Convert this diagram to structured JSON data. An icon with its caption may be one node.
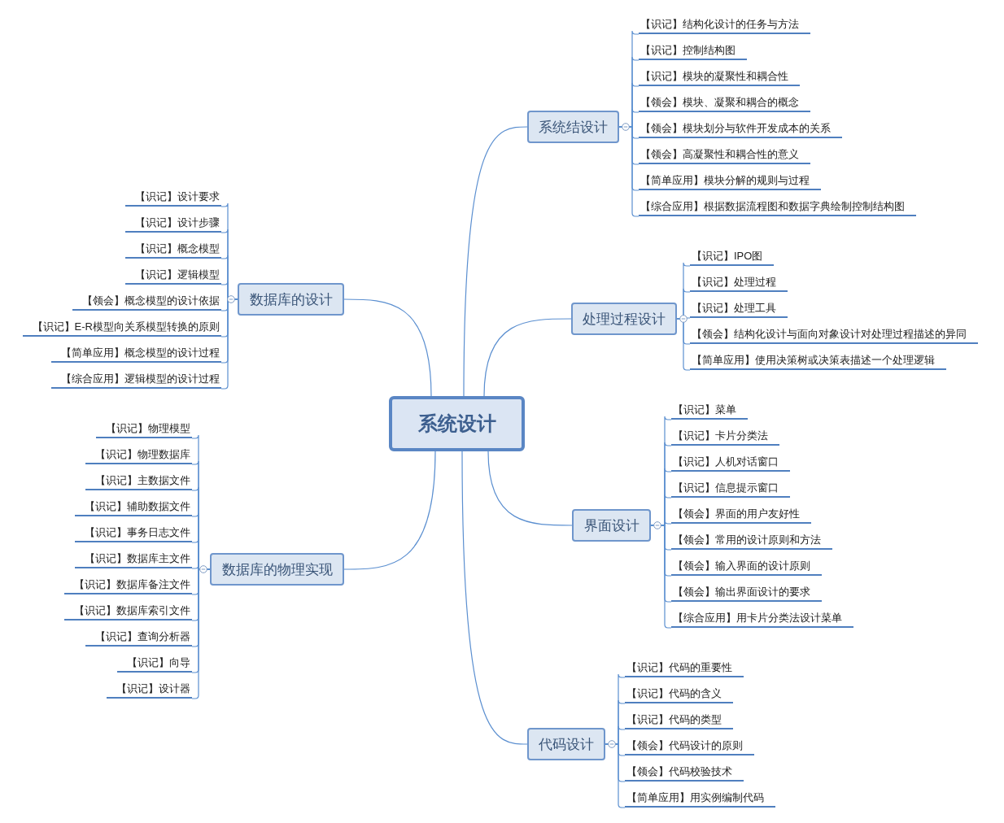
{
  "diagram": {
    "nodes": [
      {
        "text": [
          "系统设计"
        ]
      },
      {
        "text": [
          "系统结设计"
        ]
      },
      {
        "text": [
          "【识记】结构化设计的任务与方法"
        ]
      },
      {
        "text": [
          "【识记】控制结构图"
        ]
      },
      {
        "text": [
          "【识记】模块的凝聚性和耦合性"
        ]
      },
      {
        "text": [
          "【领会】模块、凝聚和耦合的概念"
        ]
      },
      {
        "text": [
          "【领会】模块划分与软件开发成本的关系"
        ]
      },
      {
        "text": [
          "【领会】高凝聚性和耦合性的意义"
        ]
      },
      {
        "text": [
          "【简单应用】模块分解的规则与过程"
        ]
      },
      {
        "text": [
          "【综合应用】根据数据流程图和数据字典绘制控制结构图"
        ]
      },
      {
        "text": [
          "数据库的设计"
        ]
      },
      {
        "text": [
          "【识记】设计要求"
        ]
      },
      {
        "text": [
          "【识记】设计步骤"
        ]
      },
      {
        "text": [
          "【识记】概念模型"
        ]
      },
      {
        "text": [
          "【识记】逻辑模型"
        ]
      },
      {
        "text": [
          "【领会】概念模型的设计依据"
        ]
      },
      {
        "text": [
          "【识记】E-R模型向关系模型转换的原则"
        ]
      },
      {
        "text": [
          "【简单应用】概念模型的设计过程"
        ]
      },
      {
        "text": [
          "【综合应用】逻辑模型的设计过程"
        ]
      },
      {
        "text": [
          "处理过程设计"
        ]
      },
      {
        "text": [
          "【识记】IPO图"
        ]
      },
      {
        "text": [
          "【识记】处理过程"
        ]
      },
      {
        "text": [
          "【识记】处理工具"
        ]
      },
      {
        "text": [
          "【领会】结构化设计与面向对象设计对处理过程描述的异同"
        ]
      },
      {
        "text": [
          "【简单应用】使用决策树或决策表描述一个处理逻辑"
        ]
      },
      {
        "text": [
          "界面设计"
        ]
      },
      {
        "text": [
          "【识记】菜单"
        ]
      },
      {
        "text": [
          "【识记】卡片分类法"
        ]
      },
      {
        "text": [
          "【识记】人机对话窗口"
        ]
      },
      {
        "text": [
          "【识记】信息提示窗口"
        ]
      },
      {
        "text": [
          "【领会】界面的用户友好性"
        ]
      },
      {
        "text": [
          "【领会】常用的设计原则和方法"
        ]
      },
      {
        "text": [
          "【领会】输入界面的设计原则"
        ]
      },
      {
        "text": [
          "【领会】输出界面设计的要求"
        ]
      },
      {
        "text": [
          "【综合应用】用卡片分类法设计菜单"
        ]
      },
      {
        "text": [
          "数据库的物理实现"
        ]
      },
      {
        "text": [
          "【识记】物理模型"
        ]
      },
      {
        "text": [
          "【识记】物理数据库"
        ]
      },
      {
        "text": [
          "【识记】主数据文件"
        ]
      },
      {
        "text": [
          "【识记】辅助数据文件"
        ]
      },
      {
        "text": [
          "【识记】事务日志文件"
        ]
      },
      {
        "text": [
          "【识记】数据库主文件"
        ]
      },
      {
        "text": [
          "【识记】数据库备注文件"
        ]
      },
      {
        "text": [
          "【识记】数据库索引文件"
        ]
      },
      {
        "text": [
          "【识记】查询分析器"
        ]
      },
      {
        "text": [
          "【识记】向导"
        ]
      },
      {
        "text": [
          "【识记】设计器"
        ]
      },
      {
        "text": [
          "代码设计"
        ]
      },
      {
        "text": [
          "【识记】代码的重要性"
        ]
      },
      {
        "text": [
          "【识记】代码的含义"
        ]
      },
      {
        "text": [
          "【识记】代码的类型"
        ]
      },
      {
        "text": [
          "【领会】代码设计的原则"
        ]
      },
      {
        "text": [
          "【领会】代码校验技术"
        ]
      },
      {
        "text": [
          "【简单应用】用实例编制代码"
        ]
      }
    ],
    "edges": [
      {
        "from": 0,
        "to": 1,
        "arrow": "none"
      },
      {
        "from": 1,
        "to": 2,
        "arrow": "none"
      },
      {
        "from": 1,
        "to": 3,
        "arrow": "none"
      },
      {
        "from": 1,
        "to": 4,
        "arrow": "none"
      },
      {
        "from": 1,
        "to": 5,
        "arrow": "none"
      },
      {
        "from": 1,
        "to": 6,
        "arrow": "none"
      },
      {
        "from": 1,
        "to": 7,
        "arrow": "none"
      },
      {
        "from": 1,
        "to": 8,
        "arrow": "none"
      },
      {
        "from": 1,
        "to": 9,
        "arrow": "none"
      },
      {
        "from": 0,
        "to": 10,
        "arrow": "none"
      },
      {
        "from": 10,
        "to": 11,
        "arrow": "none"
      },
      {
        "from": 10,
        "to": 12,
        "arrow": "none"
      },
      {
        "from": 10,
        "to": 13,
        "arrow": "none"
      },
      {
        "from": 10,
        "to": 14,
        "arrow": "none"
      },
      {
        "from": 10,
        "to": 15,
        "arrow": "none"
      },
      {
        "from": 10,
        "to": 16,
        "arrow": "none"
      },
      {
        "from": 10,
        "to": 17,
        "arrow": "none"
      },
      {
        "from": 10,
        "to": 18,
        "arrow": "none"
      },
      {
        "from": 0,
        "to": 19,
        "arrow": "none"
      },
      {
        "from": 19,
        "to": 20,
        "arrow": "none"
      },
      {
        "from": 19,
        "to": 21,
        "arrow": "none"
      },
      {
        "from": 19,
        "to": 22,
        "arrow": "none"
      },
      {
        "from": 19,
        "to": 23,
        "arrow": "none"
      },
      {
        "from": 19,
        "to": 24,
        "arrow": "none"
      },
      {
        "from": 0,
        "to": 25,
        "arrow": "none"
      },
      {
        "from": 25,
        "to": 26,
        "arrow": "none"
      },
      {
        "from": 25,
        "to": 27,
        "arrow": "none"
      },
      {
        "from": 25,
        "to": 28,
        "arrow": "none"
      },
      {
        "from": 25,
        "to": 29,
        "arrow": "none"
      },
      {
        "from": 25,
        "to": 30,
        "arrow": "none"
      },
      {
        "from": 25,
        "to": 31,
        "arrow": "none"
      },
      {
        "from": 25,
        "to": 32,
        "arrow": "none"
      },
      {
        "from": 25,
        "to": 33,
        "arrow": "none"
      },
      {
        "from": 25,
        "to": 34,
        "arrow": "none"
      },
      {
        "from": 0,
        "to": 35,
        "arrow": "none"
      },
      {
        "from": 35,
        "to": 36,
        "arrow": "none"
      },
      {
        "from": 35,
        "to": 37,
        "arrow": "none"
      },
      {
        "from": 35,
        "to": 38,
        "arrow": "none"
      },
      {
        "from": 35,
        "to": 39,
        "arrow": "none"
      },
      {
        "from": 35,
        "to": 40,
        "arrow": "none"
      },
      {
        "from": 35,
        "to": 41,
        "arrow": "none"
      },
      {
        "from": 35,
        "to": 42,
        "arrow": "none"
      },
      {
        "from": 35,
        "to": 43,
        "arrow": "none"
      },
      {
        "from": 35,
        "to": 44,
        "arrow": "none"
      },
      {
        "from": 35,
        "to": 45,
        "arrow": "none"
      },
      {
        "from": 35,
        "to": 46,
        "arrow": "none"
      },
      {
        "from": 0,
        "to": 47,
        "arrow": "none"
      },
      {
        "from": 47,
        "to": 48,
        "arrow": "none"
      },
      {
        "from": 47,
        "to": 49,
        "arrow": "none"
      },
      {
        "from": 47,
        "to": 50,
        "arrow": "none"
      },
      {
        "from": 47,
        "to": 51,
        "arrow": "none"
      },
      {
        "from": 47,
        "to": 52,
        "arrow": "none"
      },
      {
        "from": 47,
        "to": 53,
        "arrow": "none"
      }
    ]
  }
}
